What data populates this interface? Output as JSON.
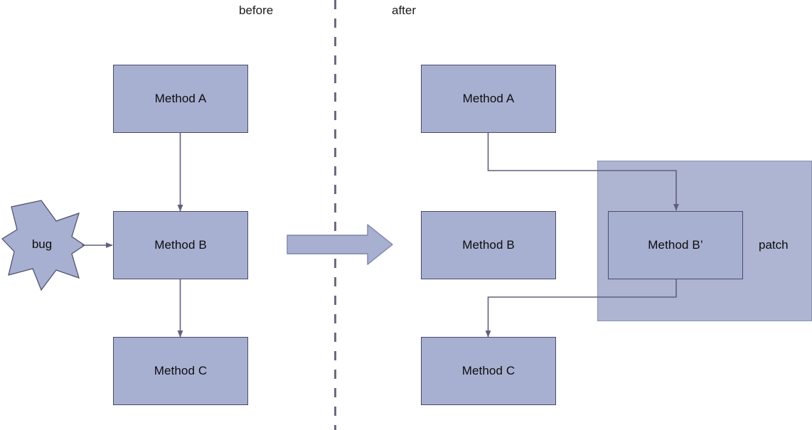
{
  "diagram": {
    "title_before": "before",
    "title_after": "after",
    "colors": {
      "node_fill": "#a7b0d1",
      "node_stroke": "#4a4a6a",
      "patch_fill": "#aeb5d2",
      "patch_stroke": "#8b92b0",
      "connector": "#60607c",
      "divider": "#6b6b80",
      "text": "#0d0d0d"
    }
  },
  "before": {
    "label": "before",
    "nodes": [
      {
        "id": "method-a",
        "label": "Method A"
      },
      {
        "id": "method-b",
        "label": "Method B"
      },
      {
        "id": "method-c",
        "label": "Method C"
      }
    ],
    "bug": {
      "label": "bug"
    },
    "edges": [
      {
        "from": "bug",
        "to": "method-b"
      },
      {
        "from": "method-a",
        "to": "method-b"
      },
      {
        "from": "method-b",
        "to": "method-c"
      }
    ]
  },
  "transition": {
    "arrow_label": ""
  },
  "after": {
    "label": "after",
    "nodes": [
      {
        "id": "method-a-after",
        "label": "Method A"
      },
      {
        "id": "method-b-after",
        "label": "Method B"
      },
      {
        "id": "method-b-prime",
        "label": "Method B’"
      },
      {
        "id": "method-c-after",
        "label": "Method C"
      }
    ],
    "patch": {
      "label": "patch"
    },
    "edges": [
      {
        "from": "method-a-after",
        "to": "method-b-prime"
      },
      {
        "from": "method-b-prime",
        "to": "method-c-after"
      }
    ]
  }
}
